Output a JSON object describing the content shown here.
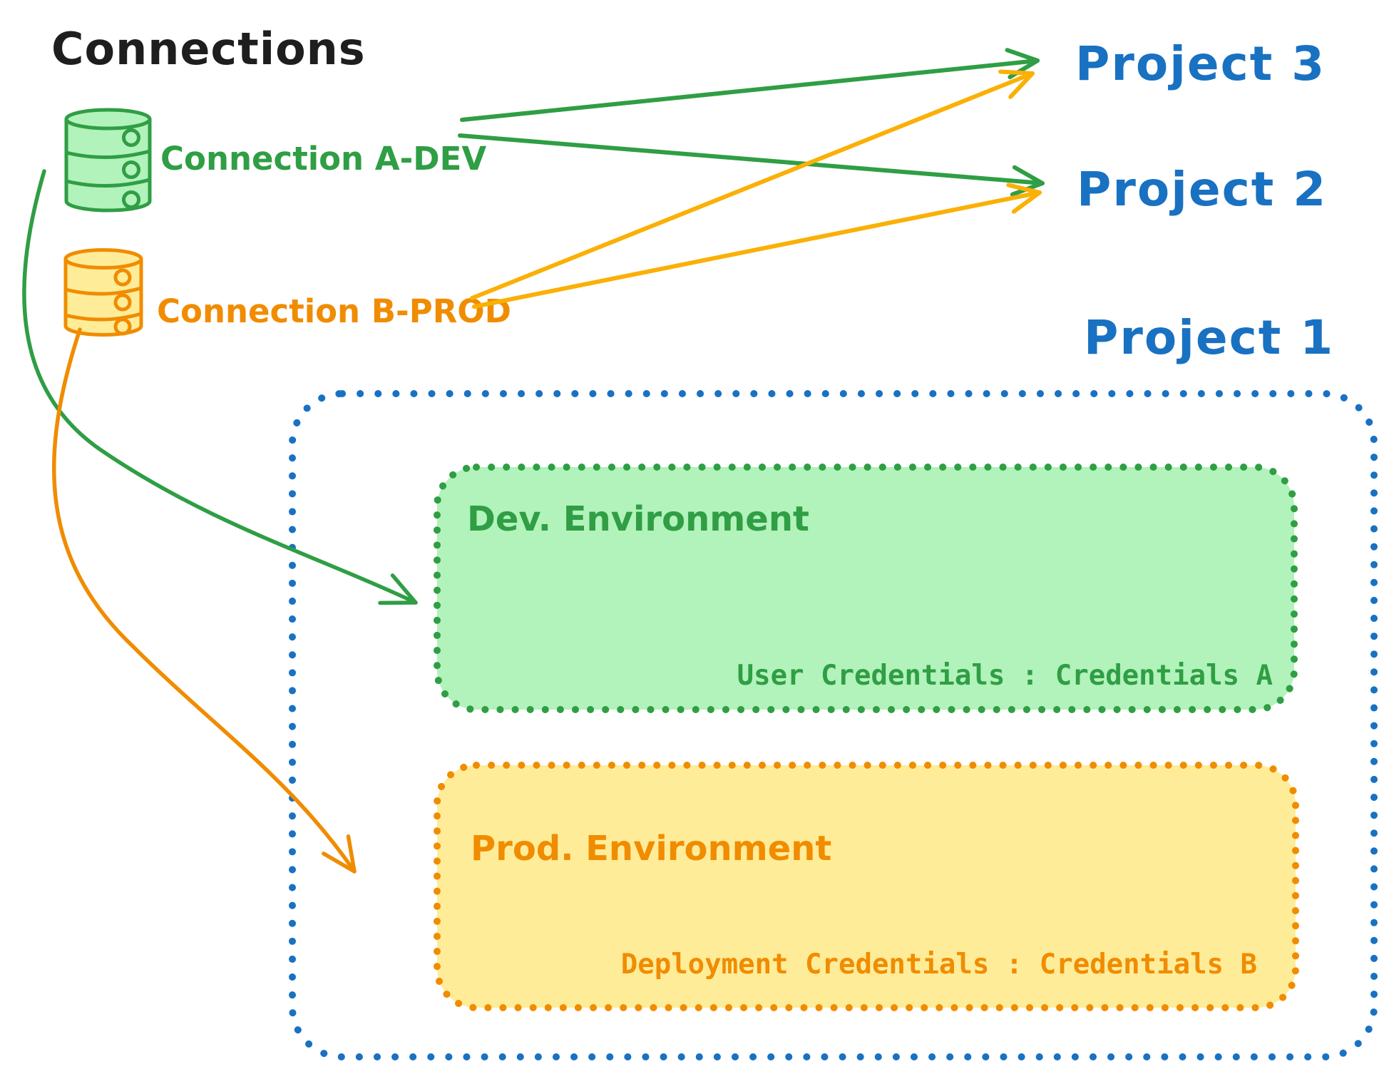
{
  "title": "Connections",
  "colors": {
    "ink": "#1e1e1e",
    "green": "#2f9e44",
    "green_fill": "#b2f2bb",
    "orange": "#f08c00",
    "orange_fill": "#ffec99",
    "yellow_arrow": "#fab005",
    "blue": "#1971c2"
  },
  "connections": [
    {
      "id": "a-dev",
      "label": "Connection A-DEV"
    },
    {
      "id": "b-prod",
      "label": "Connection B-PROD"
    }
  ],
  "projects": [
    {
      "label": "Project 3"
    },
    {
      "label": "Project 2"
    },
    {
      "label": "Project 1"
    }
  ],
  "project1": {
    "dev_env": {
      "label": "Dev. Environment",
      "credentials": "User Credentials : Credentials A"
    },
    "prod_env": {
      "label": "Prod. Environment",
      "credentials": "Deployment Credentials : Credentials B"
    }
  },
  "edges": [
    {
      "from": "Connection A-DEV",
      "to": "Project 3"
    },
    {
      "from": "Connection A-DEV",
      "to": "Project 2"
    },
    {
      "from": "Connection B-PROD",
      "to": "Project 3"
    },
    {
      "from": "Connection B-PROD",
      "to": "Project 2"
    },
    {
      "from": "Connection A-DEV",
      "to": "Dev. Environment (Project 1)"
    },
    {
      "from": "Connection B-PROD",
      "to": "Prod. Environment (Project 1)"
    }
  ],
  "icons": [
    {
      "name": "database-icon",
      "meaning": "database connection"
    }
  ]
}
